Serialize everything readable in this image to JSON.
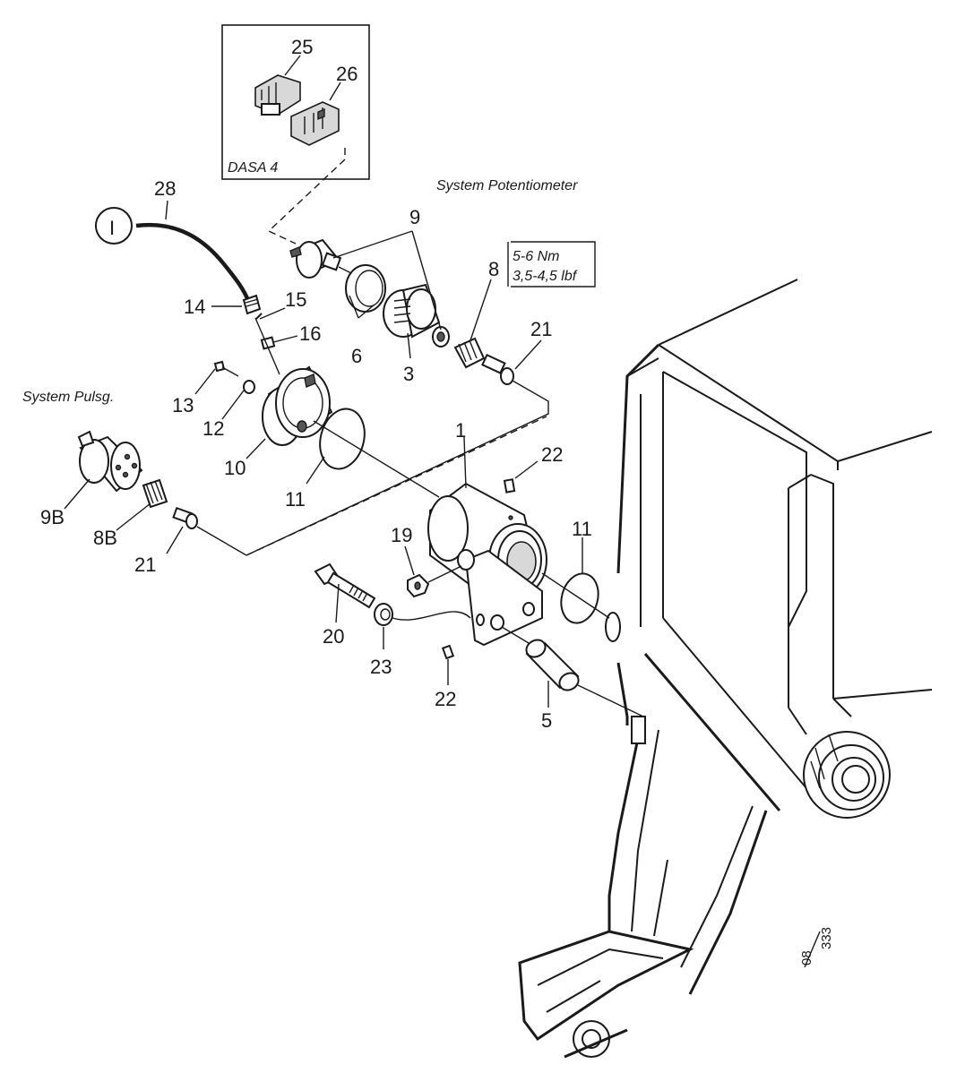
{
  "notes": {
    "dasa_box_label": "DASA 4",
    "system_potentiometer": "System Potentiometer",
    "system_pulsg": "System Pulsg.",
    "torque_line1": "5-6 Nm",
    "torque_line2": "3,5-4,5 lbf"
  },
  "circle_marker": "I",
  "drawing_number": {
    "top": "08",
    "bottom": "333"
  },
  "callouts": {
    "c25": "25",
    "c26": "26",
    "c28": "28",
    "c9": "9",
    "c8": "8",
    "c21a": "21",
    "c14": "14",
    "c15": "15",
    "c16": "16",
    "c6": "6",
    "c3": "3",
    "c13": "13",
    "c12": "12",
    "c10": "10",
    "c11a": "11",
    "c1": "1",
    "c22a": "22",
    "c9B": "9B",
    "c8B": "8B",
    "c21b": "21",
    "c19": "19",
    "c11b": "11",
    "c20": "20",
    "c23": "23",
    "c22b": "22",
    "c5": "5"
  }
}
